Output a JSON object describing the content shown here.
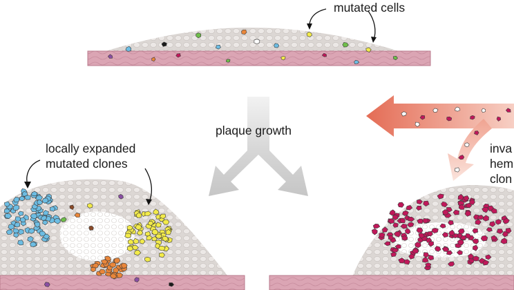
{
  "labels": {
    "mutated_cells": "mutated cells",
    "plaque_growth": "plaque growth",
    "local_clones_line1": "locally expanded",
    "local_clones_line2": "mutated clones",
    "invading_line1": "inva",
    "invading_line2": "hem",
    "invading_line3": "clon"
  },
  "colors": {
    "background": "#ffffff",
    "vessel_wall": "#dba5b4",
    "vessel_wall_line": "#b97a8c",
    "plaque_fill": "#ddd8d5",
    "plaque_cell": "#eeeae8",
    "necrotic_core": "#ffffff",
    "arrow_gray": "#cfcfcf",
    "invading_arrow": "#e87862",
    "clone_blue": "#6dbde3",
    "clone_yellow": "#f2ea4a",
    "clone_orange": "#e9863a",
    "clone_magenta": "#c0185a",
    "cell_green": "#6fbe4a",
    "cell_purple": "#8a4fa3",
    "cell_brown": "#8a4a28",
    "cell_black": "#1a1a1a"
  },
  "icons": [
    "pointer-arrow-icon",
    "split-growth-arrow-icon",
    "invading-cells-arrow-icon"
  ]
}
